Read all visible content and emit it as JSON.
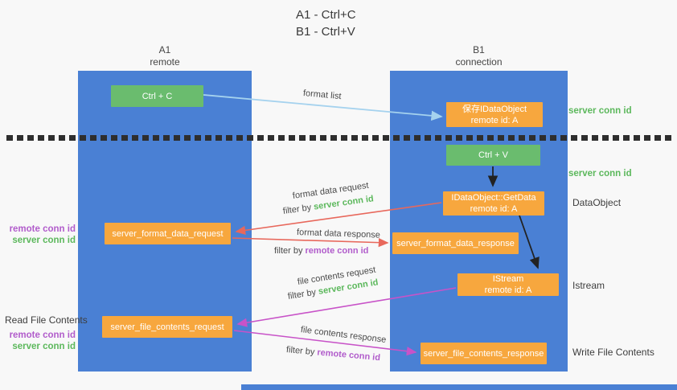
{
  "title": {
    "line1": "A1 - Ctrl+C",
    "line2": "B1 - Ctrl+V"
  },
  "columns": {
    "left": {
      "name": "A1",
      "subtitle": "remote"
    },
    "right": {
      "name": "B1",
      "subtitle": "connection"
    }
  },
  "nodes": {
    "ctrl_c": "Ctrl + C",
    "save_idataobject": {
      "line1": "保存IDataObject",
      "line2": "remote id: A"
    },
    "ctrl_v": "Ctrl + V",
    "getdata": {
      "line1": "IDataObject::GetData",
      "line2": "remote id: A"
    },
    "format_request": "server_format_data_request",
    "format_response": "server_format_data_response",
    "istream": {
      "line1": "IStream",
      "line2": "remote id: A"
    },
    "file_request": "server_file_contents_request",
    "file_response": "server_file_contents_response"
  },
  "arrow_labels": {
    "format_list": "format list",
    "format_data_request": "format data request",
    "format_data_response": "format data response",
    "file_contents_request": "file contents request",
    "file_contents_response": "file contents response",
    "filter_prefix": "filter by",
    "server_conn_id": "server conn id",
    "remote_conn_id": "remote conn id"
  },
  "side_labels": {
    "right_server_conn_id_1": "server conn id",
    "right_server_conn_id_2": "server conn id",
    "dataobject": "DataObject",
    "istream": "Istream",
    "write_file_contents": "Write File Contents",
    "read_file_contents": "Read File Contents",
    "left_remote_conn_id_1": "remote conn id",
    "left_server_conn_id_1": "server conn id",
    "left_remote_conn_id_2": "remote conn id",
    "left_server_conn_id_2": "server conn id"
  },
  "colors": {
    "column_blue": "#4a80d4",
    "node_green": "#6abc6e",
    "node_orange": "#f7a73e",
    "label_green": "#5cb85c",
    "label_purple": "#b15ccb",
    "arrow_light_blue": "#a5d2ee",
    "arrow_red": "#e8685c",
    "arrow_magenta": "#c853c8",
    "arrow_black": "#222222",
    "background": "#f8f8f8"
  }
}
